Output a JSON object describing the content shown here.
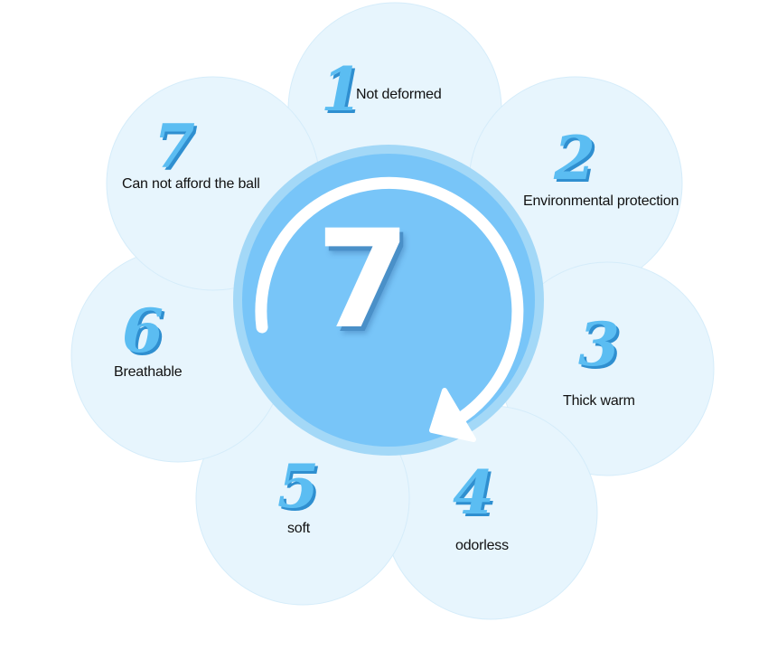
{
  "center": {
    "number": "7"
  },
  "petals": [
    {
      "number": "1",
      "label": "Not deformed"
    },
    {
      "number": "2",
      "label": "Environmental protection"
    },
    {
      "number": "3",
      "label": "Thick warm"
    },
    {
      "number": "4",
      "label": "odorless"
    },
    {
      "number": "5",
      "label": "soft"
    },
    {
      "number": "6",
      "label": "Breathable"
    },
    {
      "number": "7",
      "label": "Can not afford the ball"
    }
  ],
  "colors": {
    "petal_fill": "#e6f5fd",
    "center_fill": "#78c5f8",
    "center_ring": "#a3d8f7",
    "number_color": "#5bbdf2",
    "arrow_color": "#ffffff"
  }
}
